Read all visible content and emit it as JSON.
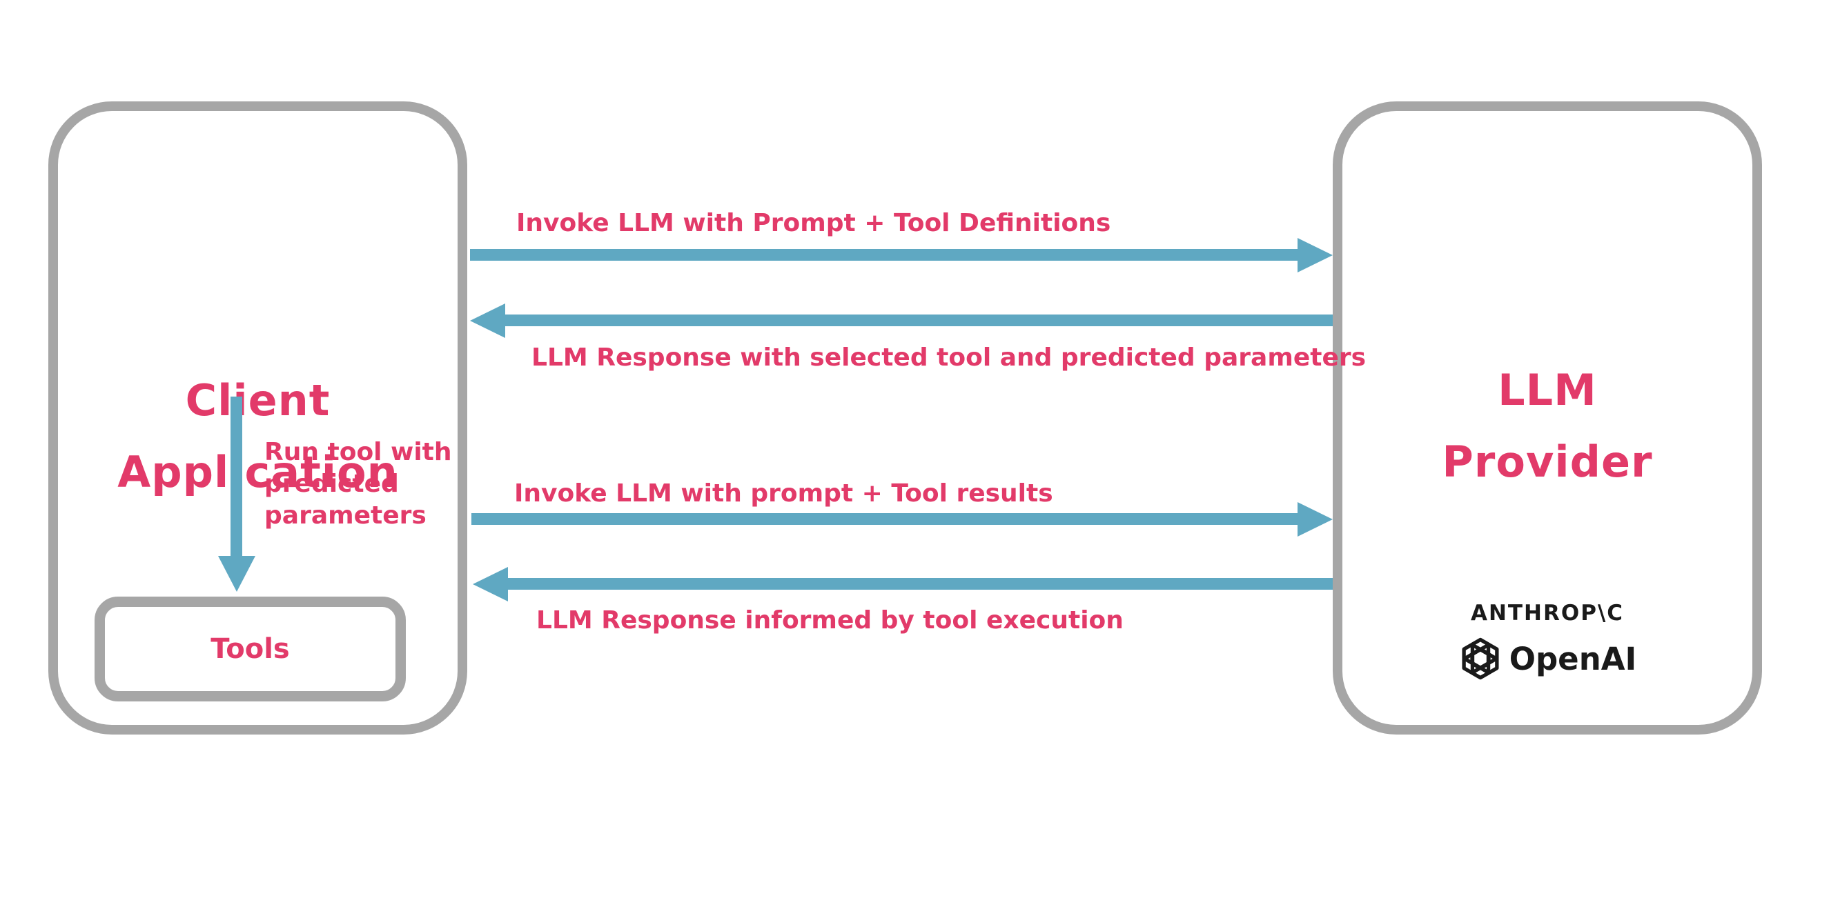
{
  "diagram": {
    "client_box": {
      "title_line1": "Client",
      "title_line2": "Application"
    },
    "tools_box": {
      "label": "Tools"
    },
    "llm_box": {
      "title_line1": "LLM",
      "title_line2": "Provider",
      "providers": {
        "anthropic": "ANTHROP\\C",
        "openai": "OpenAI"
      }
    },
    "messages": {
      "invoke_with_definitions": "Invoke LLM with Prompt + Tool Definitions",
      "response_selected_tool": "LLM Response with selected tool and predicted parameters",
      "invoke_with_results": "Invoke LLM with prompt + Tool results",
      "response_informed": "LLM Response informed by tool execution",
      "run_tool_line1": "Run tool with",
      "run_tool_line2": "predicted",
      "run_tool_line3": "parameters"
    },
    "colors": {
      "accent_pink": "#e23a69",
      "arrow_blue": "#5fa8c2",
      "border_gray": "#a6a6a6",
      "logo_black": "#1a1a1a",
      "background": "#ffffff"
    }
  }
}
